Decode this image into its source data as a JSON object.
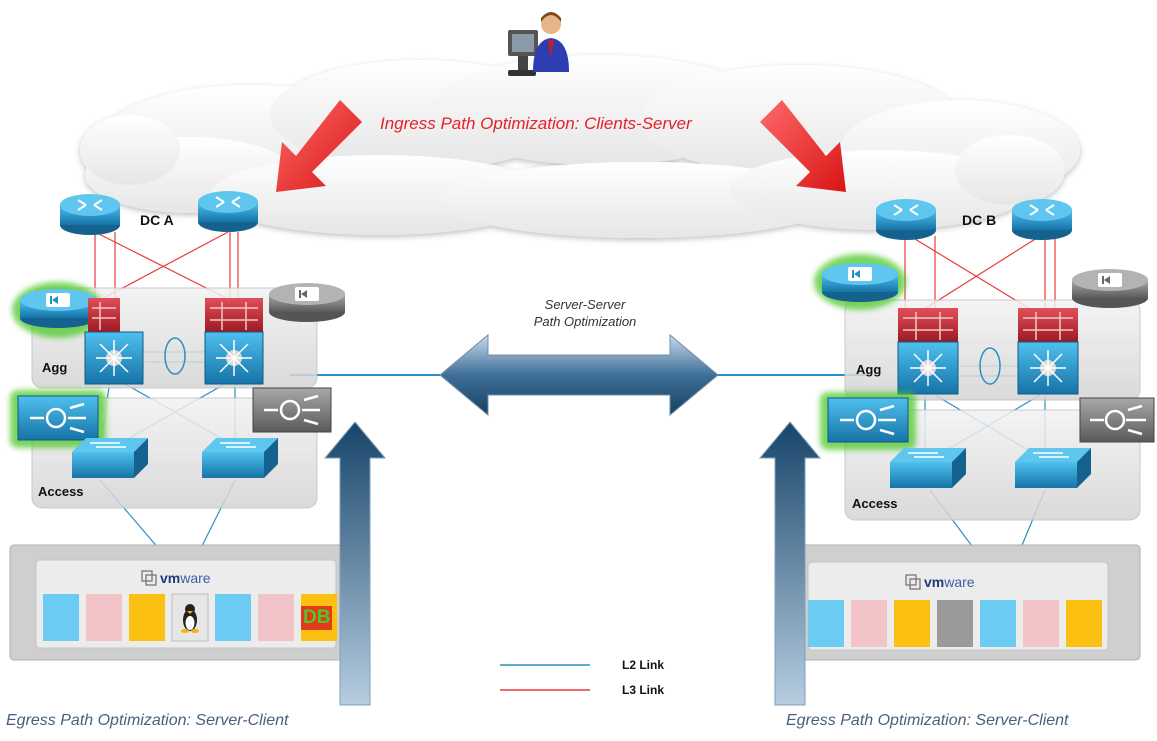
{
  "labels": {
    "ingress": "Ingress Path Optimization: Clients-Server",
    "server_server_line1": "Server-Server",
    "server_server_line2": "Path Optimization",
    "dc_a": "DC A",
    "dc_b": "DC B",
    "agg": "Agg",
    "access": "Access",
    "egress_left": "Egress Path Optimization: Server-Client",
    "egress_right": "Egress Path Optimization: Server-Client"
  },
  "legend": {
    "l2": "L2 Link",
    "l3": "L3 Link",
    "l2_color": "#2a8fc4",
    "l3_color": "#e83a3a"
  },
  "vmware": {
    "brand_bold": "vm",
    "brand_rest": "ware",
    "dc_a_tiles": [
      "cyan",
      "pink",
      "yellow",
      "linux",
      "cyan",
      "pink",
      "db"
    ],
    "dc_b_tiles": [
      "cyan",
      "pink",
      "yellow",
      "gray",
      "cyan",
      "pink",
      "yellow"
    ],
    "db_label": "DB"
  },
  "colors": {
    "ingress_text": "#e8202a",
    "egress_text": "#4a5f7d",
    "router_blue": "#1f8fc8",
    "firewall_red": "#c0282f",
    "highlight_green": "#4ec82a",
    "standby_gray": "#8a8a8a"
  },
  "icons": [
    "user-at-computer-icon",
    "router-icon",
    "firewall-icon",
    "nexus-switch-icon",
    "load-balancer-icon",
    "service-module-icon",
    "access-switch-icon",
    "linux-penguin-icon"
  ]
}
